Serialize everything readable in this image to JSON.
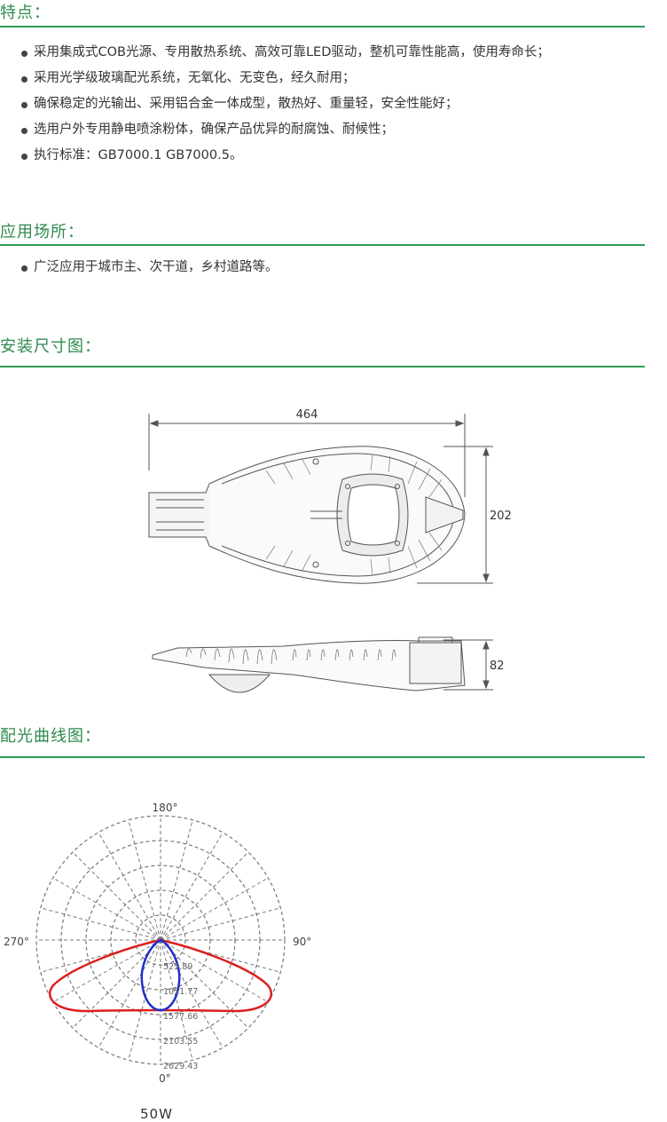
{
  "features": {
    "title": "特点：",
    "items": [
      "采用集成式COB光源、专用散热系统、高效可靠LED驱动，整机可靠性能高，使用寿命长；",
      "采用光学级玻璃配光系统，无氧化、无变色，经久耐用；",
      "确保稳定的光输出、采用铝合金一体成型，散热好、重量轻，安全性能好；",
      "选用户外专用静电喷涂粉体，确保产品优异的耐腐蚀、耐候性；",
      "执行标准：GB7000.1  GB7000.5。"
    ]
  },
  "applications": {
    "title": "应用场所：",
    "items": [
      "广泛应用于城市主、次干道，乡村道路等。"
    ]
  },
  "dimensions": {
    "title": "安装尺寸图：",
    "length": "464",
    "width": "202",
    "height": "82"
  },
  "light_distribution": {
    "title": "配光曲线图：",
    "angles": {
      "top": "180°",
      "left": "270°",
      "right": "90°",
      "bottom": "0°"
    },
    "ring_values": [
      "525.89",
      "1051.77",
      "1577.66",
      "2103.55",
      "2629.43"
    ],
    "caption": "50W",
    "colors": {
      "c0_180": "#dd1f1f",
      "c90_270": "#1f2fcc"
    }
  }
}
